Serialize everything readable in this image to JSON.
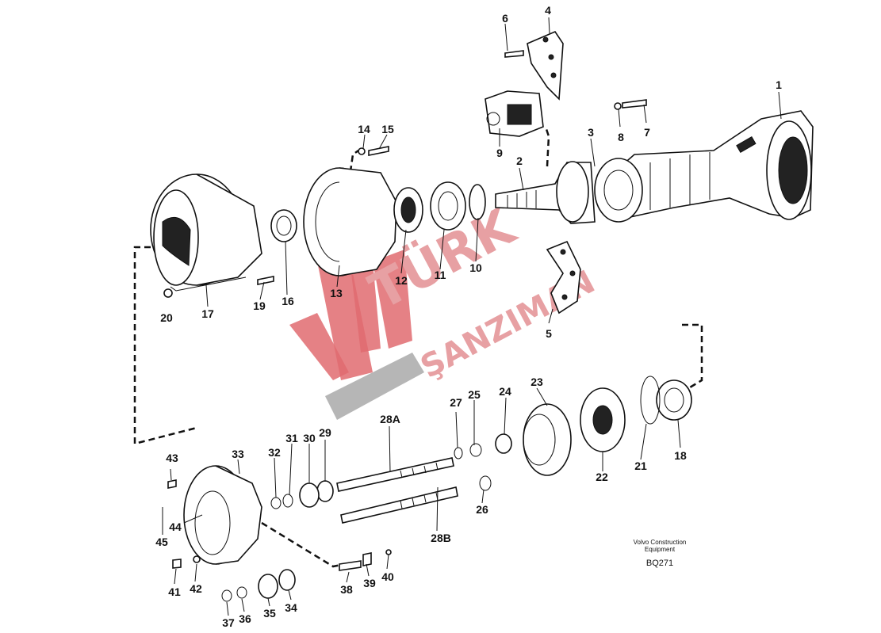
{
  "reference": {
    "caption_line1": "Volvo Construction",
    "caption_line2": "Equipment",
    "code": "BQ271"
  },
  "watermark": {
    "line1": "TÜRK",
    "line2": "ŞANZIMAN",
    "colors": {
      "red": "#e06b70",
      "gray": "#a9a9a9"
    }
  },
  "callouts": {
    "c1": "1",
    "c2": "2",
    "c3": "3",
    "c4": "4",
    "c5": "5",
    "c6": "6",
    "c7": "7",
    "c8": "8",
    "c9": "9",
    "c10": "10",
    "c11": "11",
    "c12": "12",
    "c13": "13",
    "c14": "14",
    "c15": "15",
    "c16": "16",
    "c17": "17",
    "c18": "18",
    "c19": "19",
    "c20": "20",
    "c21": "21",
    "c22": "22",
    "c23": "23",
    "c24": "24",
    "c25": "25",
    "c26": "26",
    "c27": "27",
    "c28a": "28A",
    "c28b": "28B",
    "c29": "29",
    "c30": "30",
    "c31": "31",
    "c32": "32",
    "c33": "33",
    "c34": "34",
    "c35": "35",
    "c36": "36",
    "c37": "37",
    "c38": "38",
    "c39": "39",
    "c40": "40",
    "c41": "41",
    "c42": "42",
    "c43": "43",
    "c44": "44",
    "c45": "45"
  }
}
